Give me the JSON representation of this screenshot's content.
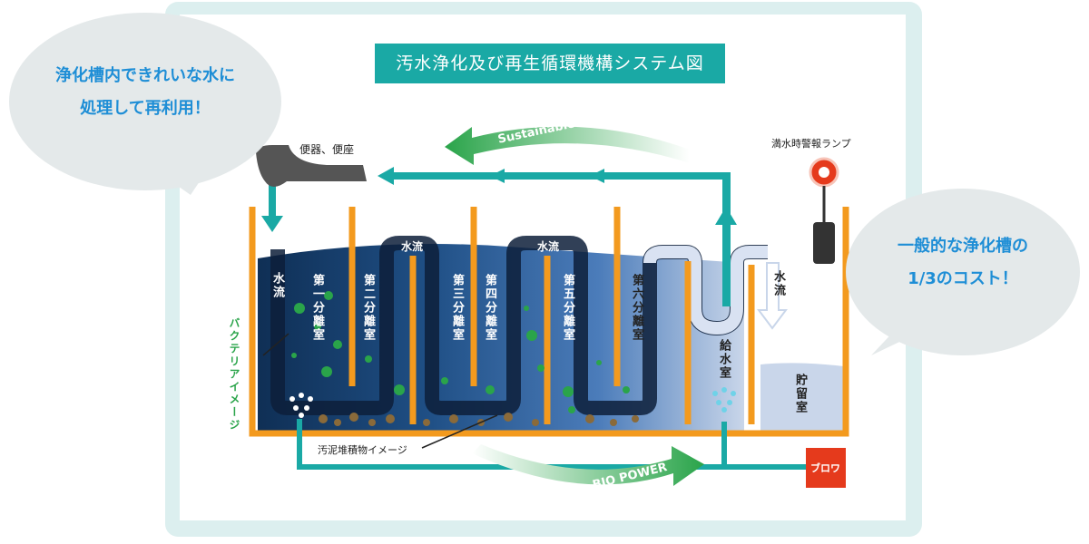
{
  "title": "汚水浄化及び再生循環機構システム図",
  "callouts": {
    "left_line1": "浄化槽内できれいな水に",
    "left_line2": "処理して再利用！",
    "right_line1": "一般的な浄化槽の",
    "right_line2": "1/3のコスト！"
  },
  "labels": {
    "toilet": "便器、便座",
    "alarm_lamp": "満水時警報ランプ",
    "sustainable": "Sustainable",
    "bio_power": "BIO POWER",
    "water_flow": "水流",
    "chamber1": "第一分離室",
    "chamber2": "第二分離室",
    "chamber3": "第三分離室",
    "chamber4": "第四分離室",
    "chamber5": "第五分離室",
    "chamber6": "第六分離室",
    "supply_room": "給水室",
    "storage_room": "貯留室",
    "bacteria": "バクテリアイメージ",
    "sludge": "汚泥堆積物イメージ",
    "blower": "ブロワ"
  },
  "colors": {
    "teal": "#1aa9a5",
    "green": "#2aa44a",
    "orange": "#f39a1e",
    "navy": "#142848",
    "blower_red": "#e53a1c",
    "callout_text": "#1e8ed6"
  }
}
